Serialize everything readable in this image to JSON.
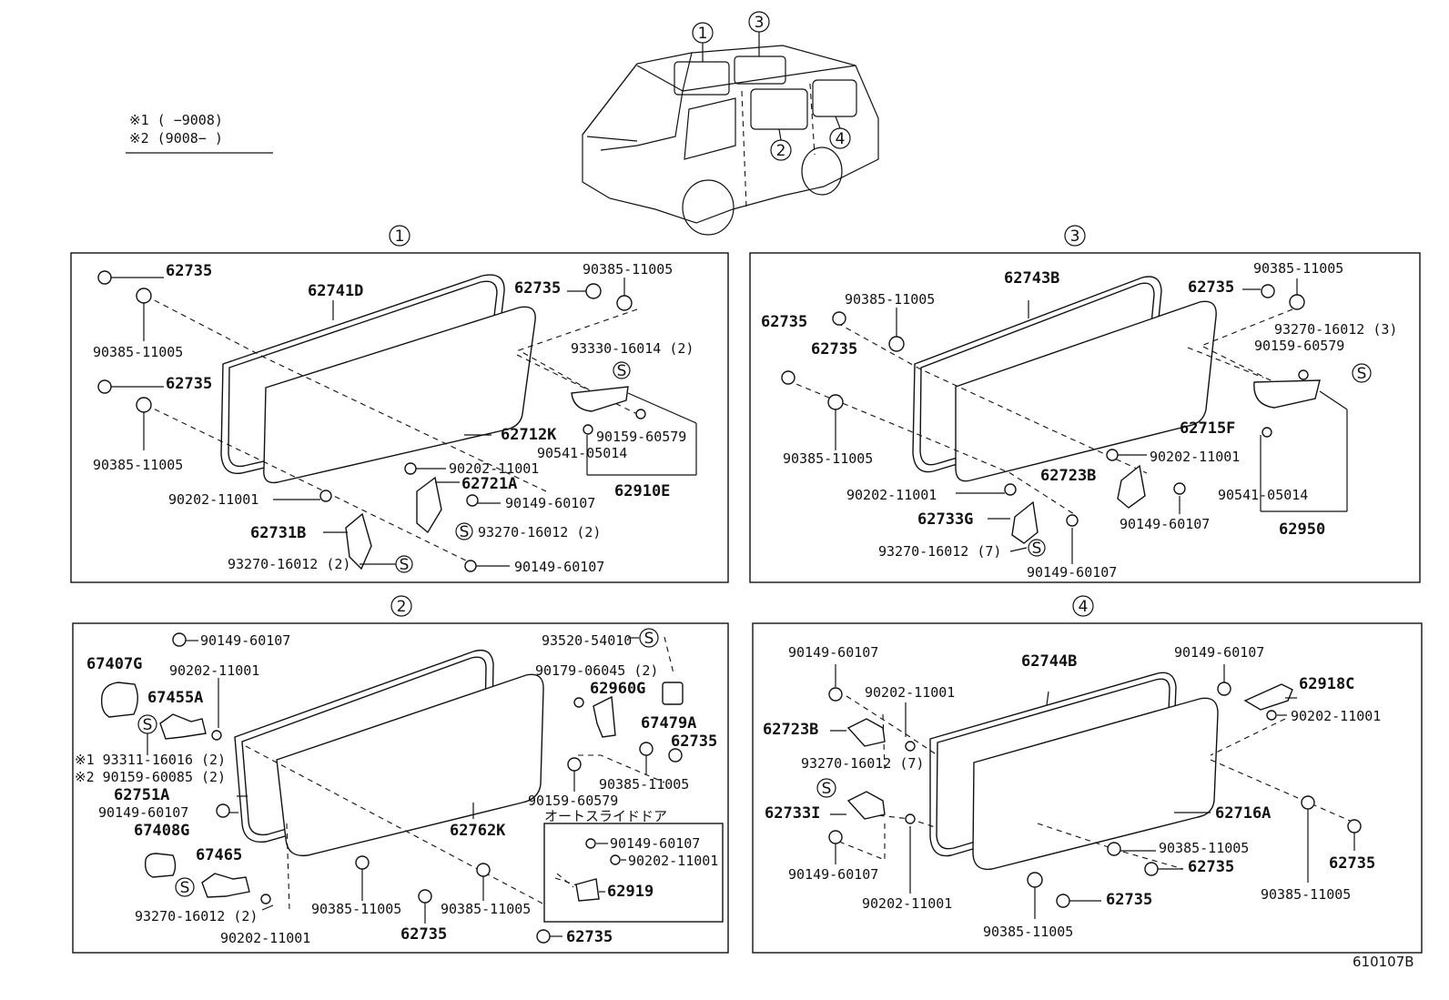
{
  "legend": {
    "row1": "※1 (        −9008)",
    "row2": "※2 (9008−        )"
  },
  "van": {
    "c1": "1",
    "c2": "2",
    "c3": "3",
    "c4": "4"
  },
  "panel1": {
    "header": "1",
    "l_62735_a": "62735",
    "l_62735_b": "62735",
    "l_62735_c": "62735",
    "l_62741D": "62741D",
    "l_90385_a": "90385-11005",
    "l_90385_b": "90385-11005",
    "l_90385_c": "90385-11005",
    "l_93330": "93330-16014 (2)",
    "l_62712K": "62712K",
    "l_90159": "90159-60579",
    "l_90541": "90541-05014",
    "l_62910E": "62910E",
    "l_90202_a": "90202-11001",
    "l_90202_b": "90202-11001",
    "l_62721A": "62721A",
    "l_90149_a": "90149-60107",
    "l_90149_b": "90149-60107",
    "l_93270_a": "93270-16012 (2)",
    "l_93270_b": "93270-16012 (2)",
    "l_62731B": "62731B",
    "s": "S"
  },
  "panel3": {
    "header": "3",
    "l_62743B": "62743B",
    "l_62735_a": "62735",
    "l_62735_b": "62735",
    "l_62735_c": "62735",
    "l_90385_a": "90385-11005",
    "l_90385_b": "90385-11005",
    "l_90385_c": "90385-11005",
    "l_93270_3": "93270-16012 (3)",
    "l_90159": "90159-60579",
    "l_62715F": "62715F",
    "l_90202_a": "90202-11001",
    "l_90202_b": "90202-11001",
    "l_62723B": "62723B",
    "l_62733G": "62733G",
    "l_90149_a": "90149-60107",
    "l_90149_b": "90149-60107",
    "l_90541": "90541-05014",
    "l_62950": "62950",
    "l_93270_7": "93270-16012 (7)",
    "s": "S"
  },
  "panel2": {
    "header": "2",
    "l_90149_a": "90149-60107",
    "l_67407G": "67407G",
    "l_90202_a": "90202-11001",
    "l_67455A": "67455A",
    "l_note1": "※1 93311-16016 (2)",
    "l_note2": "※2 90159-60085 (2)",
    "l_62751A": "62751A",
    "l_90149_b": "90149-60107",
    "l_67408G": "67408G",
    "l_67465": "67465",
    "l_93270": "93270-16012 (2)",
    "l_90202_b": "90202-11001",
    "l_93520": "93520-54010",
    "l_90179": "90179-06045 (2)",
    "l_62960G": "62960G",
    "l_67479A": "67479A",
    "l_62735_a": "62735",
    "l_62735_b": "62735",
    "l_62735_c": "62735",
    "l_90385_a": "90385-11005",
    "l_90385_b": "90385-11005",
    "l_90385_c": "90385-11005",
    "l_62762K": "62762K",
    "l_90159": "90159-60579",
    "l_auto": "オートスライドドア",
    "inset_90149": "90149-60107",
    "inset_90202": "90202-11001",
    "inset_62919": "62919",
    "s": "S"
  },
  "panel4": {
    "header": "4",
    "l_90149_a": "90149-60107",
    "l_90149_b": "90149-60107",
    "l_90149_c": "90149-60107",
    "l_62744B": "62744B",
    "l_90202_a": "90202-11001",
    "l_90202_b": "90202-11001",
    "l_90202_c": "90202-11001",
    "l_62918C": "62918C",
    "l_62723B": "62723B",
    "l_93270": "93270-16012 (7)",
    "l_62733I": "62733I",
    "l_62716A": "62716A",
    "l_90385_a": "90385-11005",
    "l_90385_b": "90385-11005",
    "l_90385_c": "90385-11005",
    "l_62735_a": "62735",
    "l_62735_b": "62735",
    "l_62735_c": "62735",
    "s": "S"
  },
  "footer": {
    "code": "610107B"
  }
}
